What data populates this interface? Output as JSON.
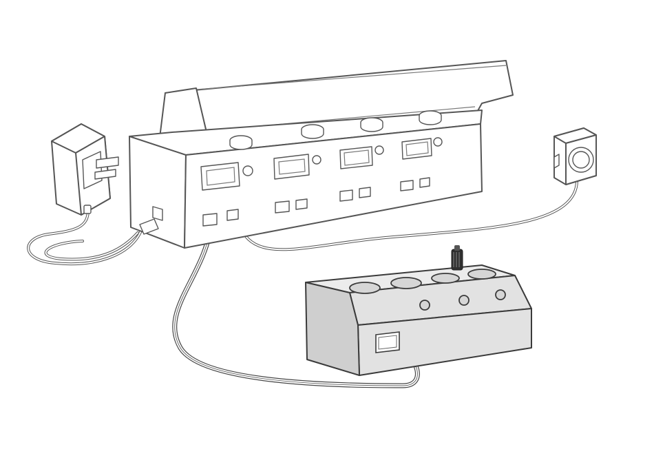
{
  "diagram": {
    "components": [
      {
        "id": "power-adapter",
        "icon": "power-adapter-icon"
      },
      {
        "id": "main-unit",
        "icon": "base-station-icon"
      },
      {
        "id": "remote-button",
        "icon": "push-button-icon"
      },
      {
        "id": "control-box",
        "icon": "control-box-icon"
      }
    ],
    "connections": [
      {
        "from": "power-adapter",
        "to": "main-unit"
      },
      {
        "from": "remote-button",
        "to": "main-unit"
      },
      {
        "from": "main-unit",
        "to": "control-box"
      }
    ],
    "colors": {
      "outline": "#555555",
      "control_box_fill": "#e2e2e2",
      "background": "#ffffff"
    }
  }
}
